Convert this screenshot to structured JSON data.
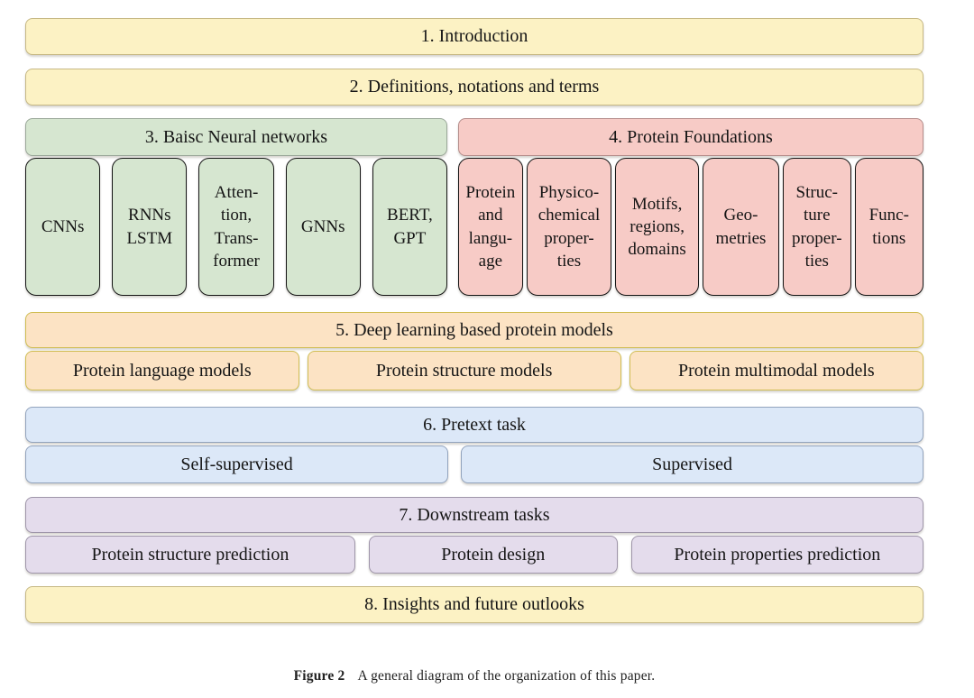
{
  "colors": {
    "yellow_fill": "#fcf2c4",
    "yellow_border": "#c6b884",
    "green_fill": "#d6e6d0",
    "green_border": "#9aa899",
    "pink_fill": "#f7cbc6",
    "pink_border": "#b58d8b",
    "orange_fill": "#fce3c4",
    "orange_border": "#d0bd52",
    "blue_fill": "#dce8f8",
    "blue_border": "#92a3bd",
    "purple_fill": "#e4dcec",
    "purple_border": "#9e95a9",
    "text": "#151515"
  },
  "diagram": {
    "intro": "1. Introduction",
    "definitions": "2. Definitions, notations and terms",
    "neural": {
      "header": "3. Baisc Neural networks",
      "items": [
        "CNNs",
        "RNNs\nLSTM",
        "Atten-\ntion,\nTrans-\nformer",
        "GNNs",
        "BERT,\nGPT"
      ]
    },
    "protein_foundations": {
      "header": "4. Protein Foundations",
      "items": [
        "Protein\nand\nlangu-\nage",
        "Physico-\nchemical\nproper-\nties",
        "Motifs,\nregions,\ndomains",
        "Geo-\nmetries",
        "Struc-\nture\nproper-\nties",
        "Func-\ntions"
      ]
    },
    "dl_models": {
      "header": "5. Deep learning based protein models",
      "items": [
        "Protein language models",
        "Protein structure models",
        "Protein multimodal models"
      ]
    },
    "pretext": {
      "header": "6. Pretext task",
      "items": [
        "Self-supervised",
        "Supervised"
      ]
    },
    "downstream": {
      "header": "7. Downstream tasks",
      "items": [
        "Protein structure prediction",
        "Protein design",
        "Protein properties prediction"
      ]
    },
    "insights": "8. Insights and future outlooks",
    "caption": {
      "label": "Figure 2",
      "text": "A general diagram of the organization of this paper."
    }
  }
}
